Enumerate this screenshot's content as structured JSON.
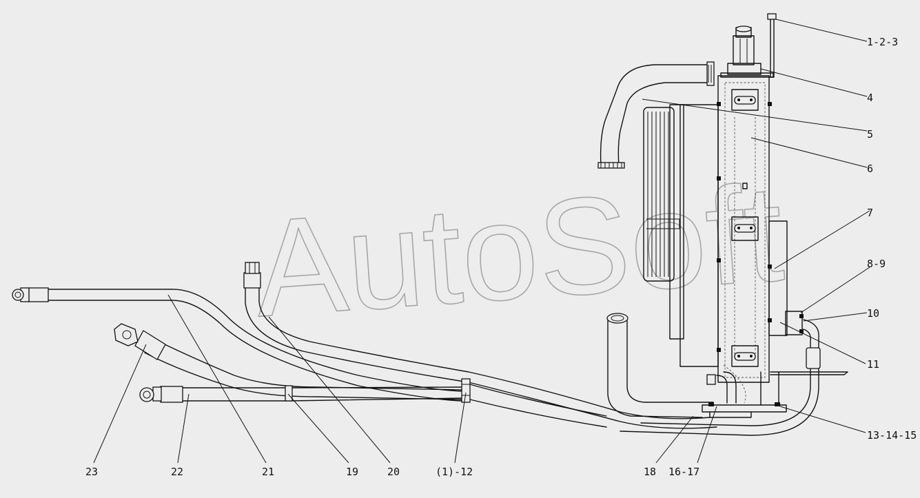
{
  "watermark": "AutoSoft",
  "callouts": [
    {
      "id": "c-1-2-3",
      "label": "1-2-3"
    },
    {
      "id": "c-4",
      "label": "4"
    },
    {
      "id": "c-5",
      "label": "5"
    },
    {
      "id": "c-6",
      "label": "6"
    },
    {
      "id": "c-7",
      "label": "7"
    },
    {
      "id": "c-8-9",
      "label": "8-9"
    },
    {
      "id": "c-10",
      "label": "10"
    },
    {
      "id": "c-11",
      "label": "11"
    },
    {
      "id": "c-13-14-15",
      "label": "13-14-15"
    },
    {
      "id": "c-16-17",
      "label": "16-17"
    },
    {
      "id": "c-18",
      "label": "18"
    },
    {
      "id": "c-1-12",
      "label": "(1)-12"
    },
    {
      "id": "c-20",
      "label": "20"
    },
    {
      "id": "c-19",
      "label": "19"
    },
    {
      "id": "c-21",
      "label": "21"
    },
    {
      "id": "c-22",
      "label": "22"
    },
    {
      "id": "c-23",
      "label": "23"
    }
  ]
}
